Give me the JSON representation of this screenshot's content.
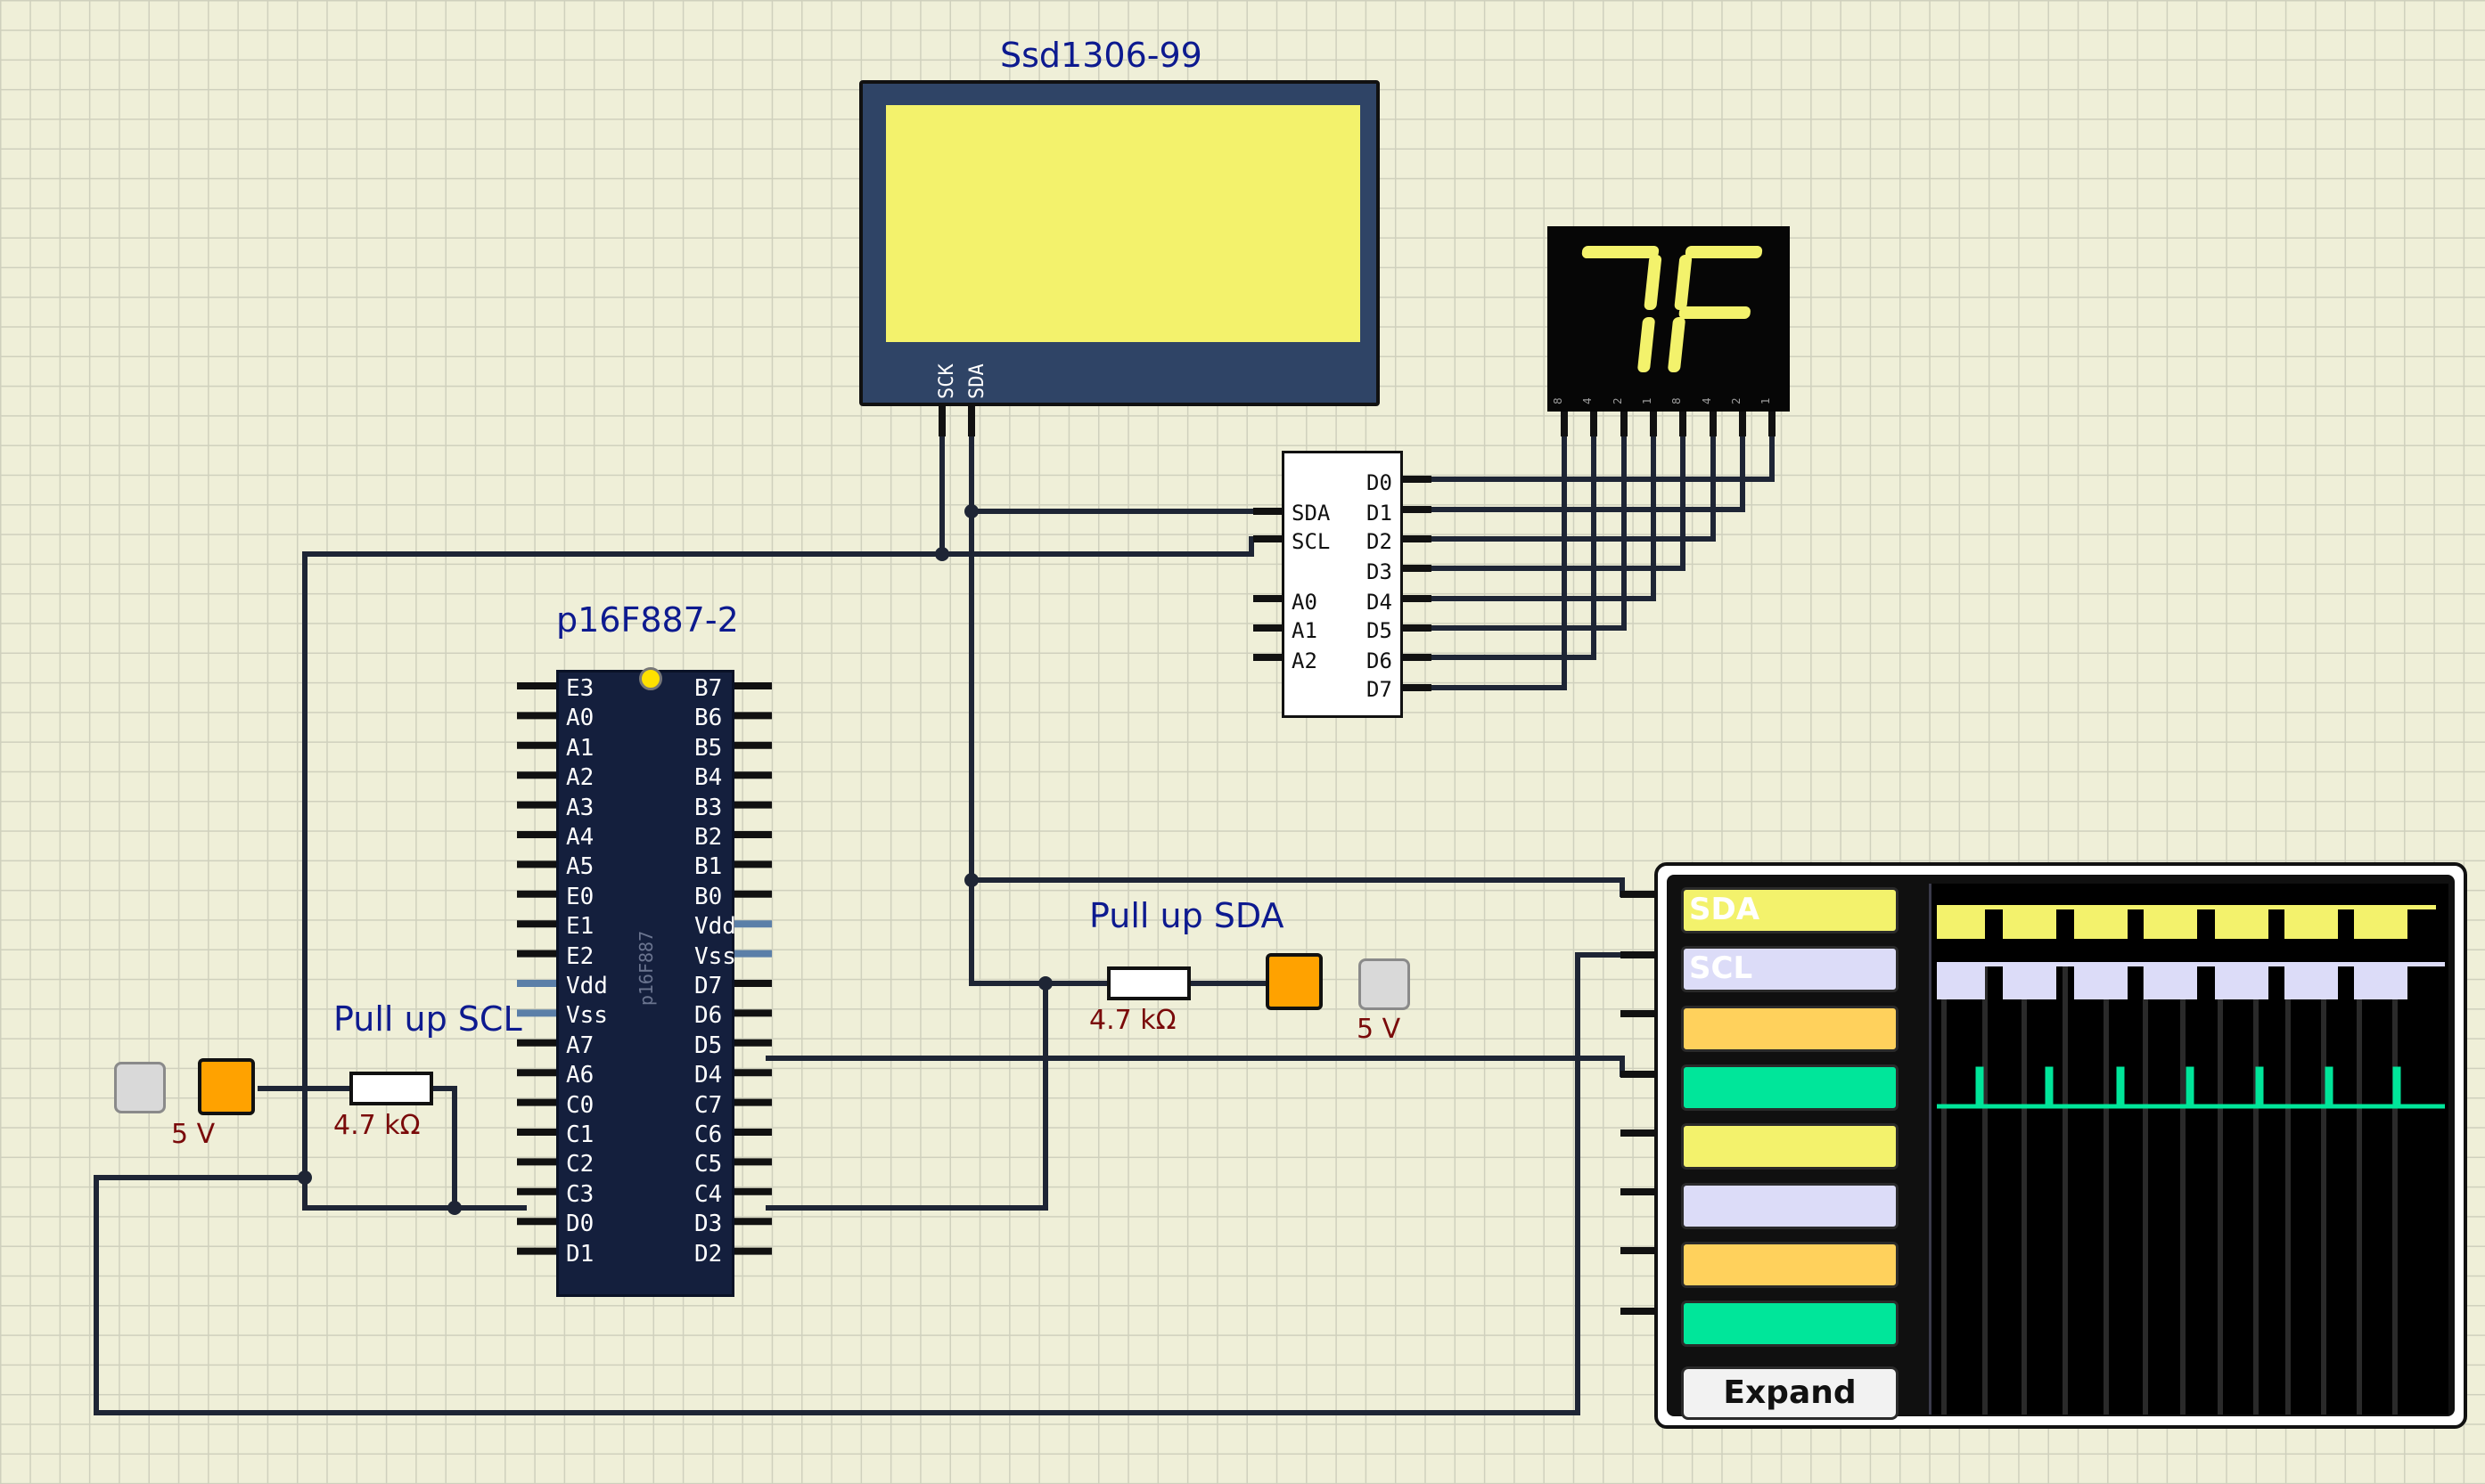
{
  "display": {
    "title": "Ssd1306-99",
    "pins": [
      "SCK",
      "SDA"
    ]
  },
  "mcu": {
    "title": "p16F887-2",
    "chip_text": "p16F887",
    "left_pins": [
      "E3",
      "A0",
      "A1",
      "A2",
      "A3",
      "A4",
      "A5",
      "E0",
      "E1",
      "E2",
      "Vdd",
      "Vss",
      "A7",
      "A6",
      "C0",
      "C1",
      "C2",
      "C3",
      "D0",
      "D1"
    ],
    "right_pins": [
      "B7",
      "B6",
      "B5",
      "B4",
      "B3",
      "B2",
      "B1",
      "B0",
      "Vdd",
      "Vss",
      "D7",
      "D6",
      "D5",
      "D4",
      "C7",
      "C6",
      "C5",
      "C4",
      "D3",
      "D2"
    ]
  },
  "expander": {
    "left_pins": [
      "SDA",
      "SCL",
      "",
      "A0",
      "A1",
      "A2"
    ],
    "right_pins": [
      "D0",
      "D1",
      "D2",
      "D3",
      "D4",
      "D5",
      "D6",
      "D7"
    ]
  },
  "seven_segment": {
    "digits": "7F",
    "pin_numbers": [
      "8",
      "4",
      "2",
      "1",
      "8",
      "4",
      "2",
      "1"
    ]
  },
  "pullup_scl": {
    "label": "Pull up SCL",
    "resistor": "4.7 kΩ",
    "supply": "5 V"
  },
  "pullup_sda": {
    "label": "Pull up SDA",
    "resistor": "4.7 kΩ",
    "supply": "5 V"
  },
  "analyzer": {
    "channels": [
      {
        "label": "SDA",
        "color": "#f3f26c"
      },
      {
        "label": "SCL",
        "color": "#dcdcf8"
      },
      {
        "label": "",
        "color": "#ffd15c"
      },
      {
        "label": "",
        "color": "#00e69a"
      },
      {
        "label": "",
        "color": "#f3f26c"
      },
      {
        "label": "",
        "color": "#dcdcf8"
      },
      {
        "label": "",
        "color": "#ffd15c"
      },
      {
        "label": "",
        "color": "#00e69a"
      }
    ],
    "expand_label": "Expand"
  },
  "colors": {
    "wire": "#1e2535",
    "chip_body": "#141f3d",
    "label_blue": "#0d1a8f",
    "label_red": "#7a0a0a",
    "power": "#ffa200",
    "screen": "#f3f26c",
    "segment": "#f3f26c"
  }
}
